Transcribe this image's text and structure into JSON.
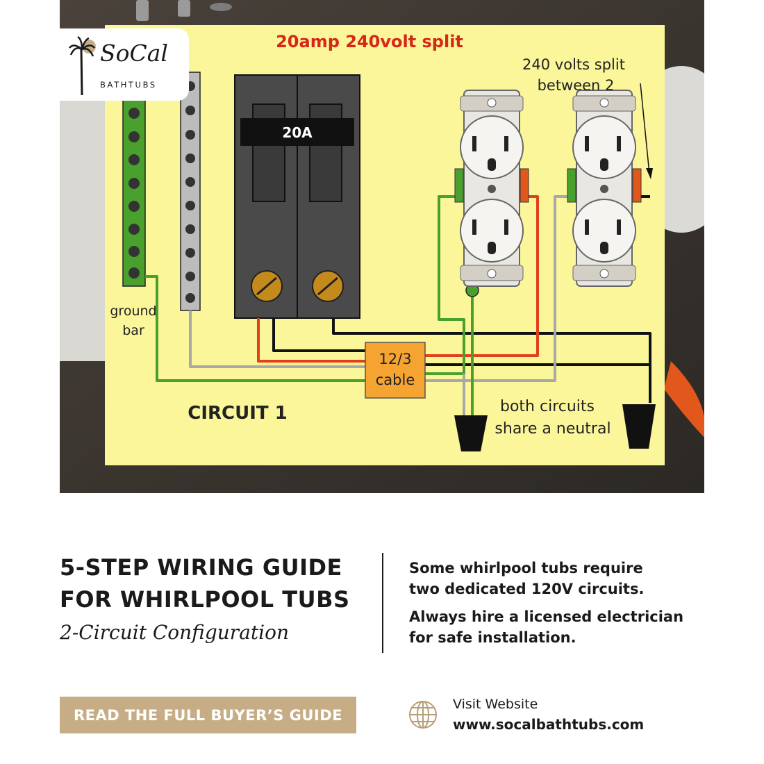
{
  "brand": {
    "logo_script": "SoCal",
    "logo_sub": "BATHTUBS"
  },
  "diagram": {
    "title": "20amp 240volt split",
    "breaker_label": "20A",
    "split_note": [
      "240 volts split",
      "between 2"
    ],
    "ground_bar_label": [
      "ground",
      "bar"
    ],
    "cable_label": [
      "12/3",
      "cable"
    ],
    "circuit_label": "CIRCUIT 1",
    "neutral_note": [
      "both circuits",
      "share a neutral"
    ],
    "colors": {
      "panel_bg": "#fbf69a",
      "ground_wire": "#4aa02c",
      "neutral_wire": "#a8a8a8",
      "hot_red": "#e2401c",
      "hot_black": "#111111",
      "cable_box": "#f5a431",
      "breaker": "#4a4a4a",
      "title_red": "#d62718"
    }
  },
  "guide": {
    "title_line1": "5-STEP WIRING GUIDE",
    "title_line2": "FOR WHIRLPOOL TUBS",
    "subtitle": "2-Circuit Configuration",
    "info_1_line1": "Some whirlpool tubs require",
    "info_1_line2": "two dedicated 120V circuits.",
    "info_2_line1": "Always hire a licensed electrician",
    "info_2_line2": "for safe installation."
  },
  "cta": {
    "label": "READ THE FULL BUYER’S GUIDE",
    "color": "#c6ad86"
  },
  "footer": {
    "visit_label": "Visit Website",
    "url": "www.socalbathtubs.com"
  }
}
